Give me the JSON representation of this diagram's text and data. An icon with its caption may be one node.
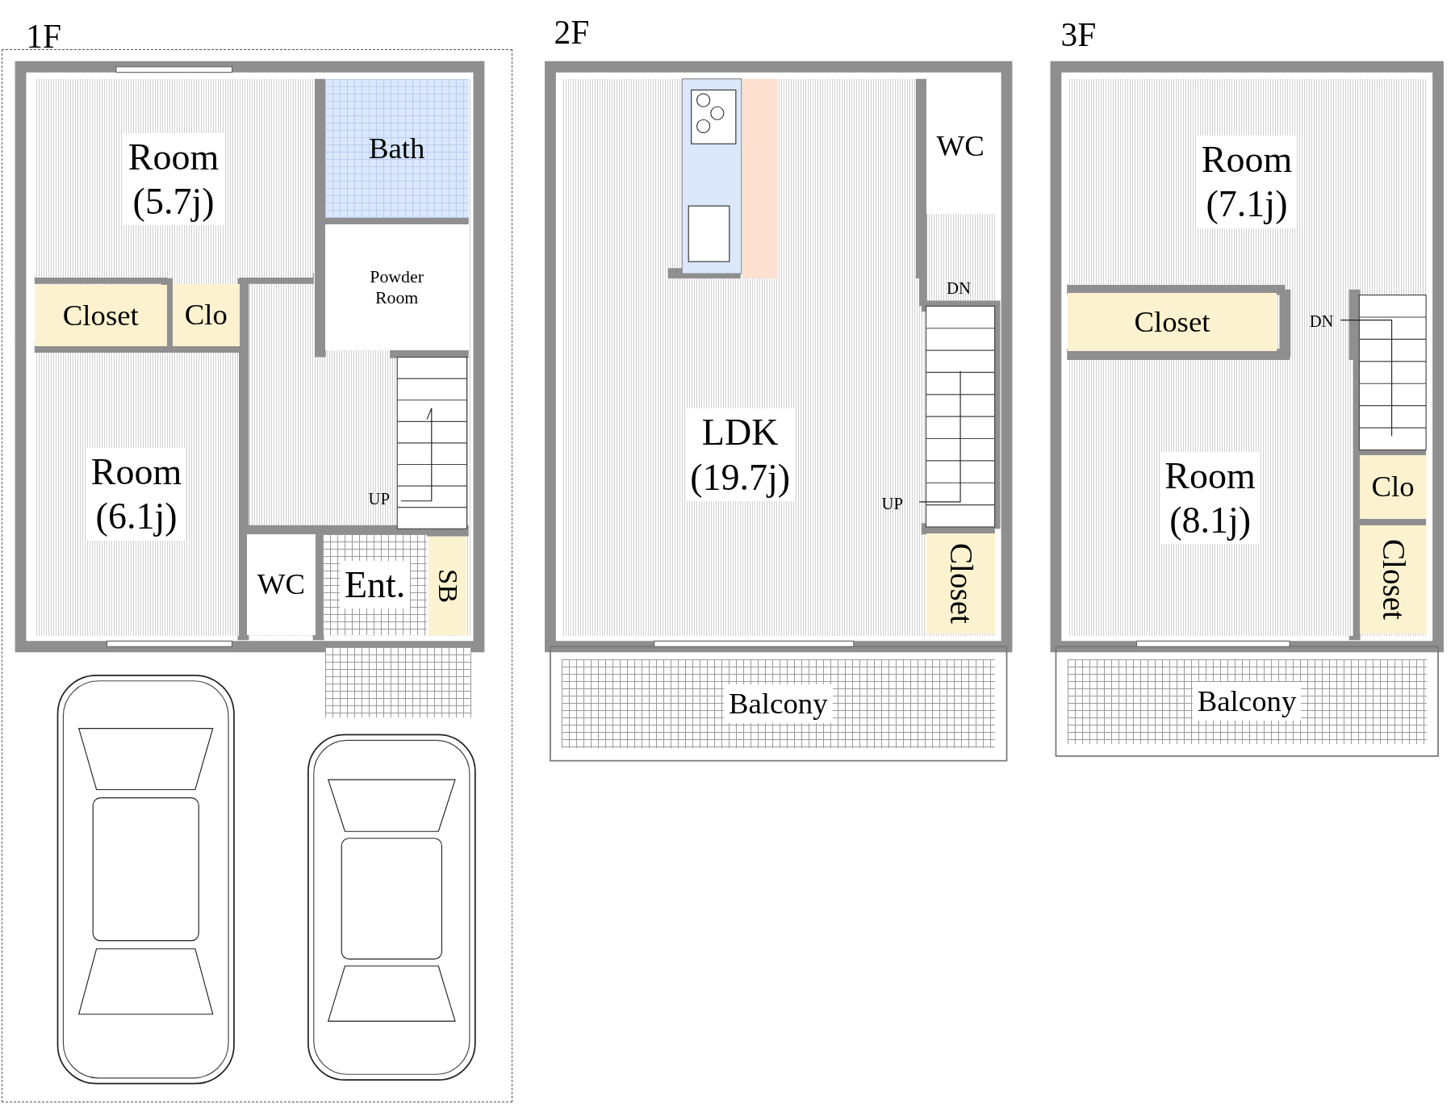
{
  "diagram": {
    "nodes": [
      {
        "text": [
          "Room (5.7j)"
        ]
      },
      {
        "text": [
          "Bath"
        ]
      },
      {
        "text": [
          "Powder Room"
        ]
      },
      {
        "text": [
          "Closet"
        ]
      },
      {
        "text": [
          "Clo"
        ]
      },
      {
        "text": [
          "Room (6.1j)"
        ]
      },
      {
        "text": [
          "WC"
        ]
      },
      {
        "text": [
          "Ent."
        ]
      },
      {
        "text": [
          "SB"
        ]
      },
      {
        "text": [
          "LDK (19.7j)"
        ]
      },
      {
        "text": [
          "WC"
        ]
      },
      {
        "text": [
          "Closet"
        ]
      },
      {
        "text": [
          "Balcony"
        ]
      },
      {
        "text": [
          "Room (7.1j)"
        ]
      },
      {
        "text": [
          "Closet"
        ]
      },
      {
        "text": [
          "Room (8.1j)"
        ]
      },
      {
        "text": [
          "Clo"
        ]
      },
      {
        "text": [
          "Closet"
        ]
      },
      {
        "text": [
          "Balcony"
        ]
      },
      {
        "text": [],
        "shape": "box"
      }
    ],
    "labels": [
      "1F",
      "2F",
      "3F",
      "DN",
      "DN",
      "UP",
      "UP"
    ]
  }
}
